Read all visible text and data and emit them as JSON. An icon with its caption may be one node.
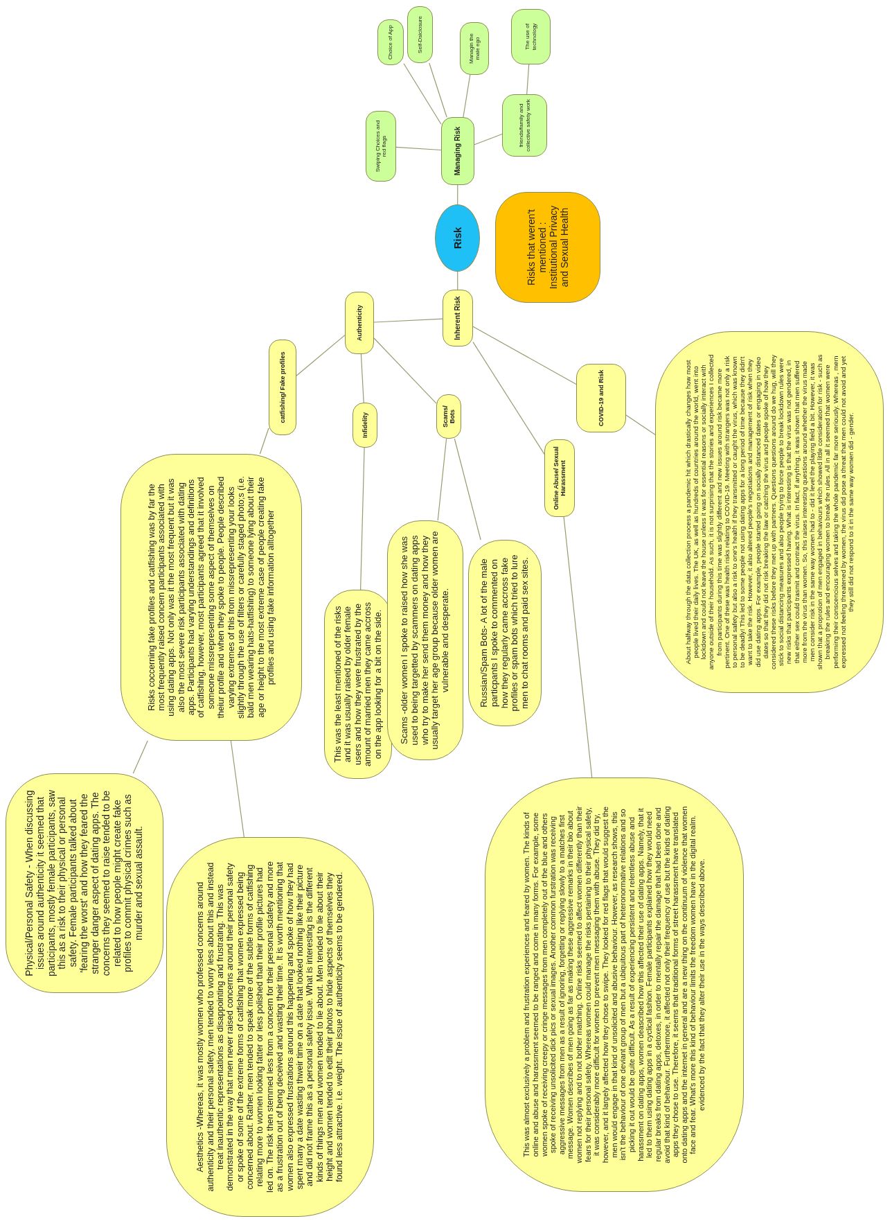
{
  "diagram": {
    "nodes": [
      {
        "text": [
          "Risk"
        ]
      },
      {
        "text": [
          "Managing Risk"
        ]
      },
      {
        "text": [
          "Swiping Choices and red flags"
        ]
      },
      {
        "text": [
          "Choice of App"
        ]
      },
      {
        "text": [
          "Self-Dsiclosure"
        ]
      },
      {
        "text": [
          "Managin the male ego"
        ]
      },
      {
        "text": [
          "friends/family and collective safety work"
        ]
      },
      {
        "text": [
          "The use of technology"
        ]
      },
      {
        "text": [
          "Risks that weren't mentioned : Institutional Privacy and Sexual Health"
        ]
      },
      {
        "text": [
          "Inherent Risk"
        ]
      },
      {
        "text": [
          "Authenticity"
        ]
      },
      {
        "text": [
          "catfishing/ Fake profiles"
        ]
      },
      {
        "text": [
          "Infidelity"
        ]
      },
      {
        "text": [
          "Scams/ Bots"
        ]
      },
      {
        "text": [
          "Online Abuse/ Sexual Harassment"
        ]
      },
      {
        "text": [
          "COVID-19 and Risk"
        ]
      },
      {
        "text": [
          "Risks coccerning fake profiles and catfishing was by far the most frequently raised concern participants associated with using dating apps. Not only was it the most frequent but it was also the most severe risk participants associated with dating apps. Participants had varying understandings and definitions of catfishing, however, most participants agreed that it involved someone missrepresenting some aspect of themselves on theiur profile and when they spoke to people. People described varying extremes of this from missrepresenting your looks slightly through the use of filters or carefully staged photo;s (i.e. bald men wearing hats-hatfishing) to someone lying about their age or height to the most extreme case of people creating fake profiles and using fake information alltogether"
        ]
      },
      {
        "text": [
          "Physical/Personal Safety - When discussing issues around authenticity it seemed that participants, mostly female participants, saw this as a risk to their physical or personal safety. Female participants talked about 'fearing the worst' and how they feared the stranger danger aspect of dating apps. The concerns they seemed to raise tended to be related to how people might create fake profiles to commit physical crimes such as murder and sexual assault."
        ]
      },
      {
        "text": [
          "Aesthetics -Whereas, it was mostly women who professed concerns around authenticity and their personal safety, men tended to worry less about this and instead treat inauthentic representations as disappointing and frustrating. This was demonstrated in the way that men never raised concerns around their personal safety or spoke of some of the extreme forms of catfishing that women expressed being concerned about. Rather, men tended to speak more of the subtle forms of catfishing relating more to women looking fatter or less polished than their profile pictures had led on. The risk then stemmed less from a concern for their personal sdafety and more as a frustration out of beng deceived and wasting their time. It is worth mentioning that women also expressed frustrations around this happening and spoke of how they had spent many a date wasting thweir time on a date that looked nothing like their picture and did not frame this as a personal safety issue. What is interesting is the different kinds of things men and women tended to lie about. Men tended to lie about their height and women tended to edit their photos to hide aspects of themselves they found less attractive. i.e. weight. The issue of authenticity seems to be gendered."
        ]
      },
      {
        "text": [
          "This was the least mentioned of the risks and it was usually raised by older female users and how they were frustrated by the amount of married men they came accross on the app looking for a bit on the side."
        ]
      },
      {
        "text": [
          "Scams -older women I spoke to raised how she was used to being targetted by scammers on dating apps who try to make her send them money and how they usually target her age group because older women are vulnerable and desperate."
        ]
      },
      {
        "text": [
          "Russian/Spam Bots- A lot of the male particpants I spoke to commented on how they regularly came accross fake profiles or spam bots which tried to lure men to chat rooms and paid sex sites."
        ]
      },
      {
        "text": [
          "This was almost exclusively a problem and frustration experiences and feared by women. The kinds of online and abuse and harassment seemed to be ranged and come in many forms. For example, some women spoke of receiving creepy or cringe messages from men completely out of the blue and others spoke of receiving unsolicited dick pics or sexual images. Another common furstration was receiving aggressive messages from men as a result of ignoring, forgetting or replying slowly to a matches first message. Women describes of men going as far as making these aggressive remarks in their bio about women not replying and to not bother matching. Online risks seemed to affect women differently than their fears for their personal safety. Whereas women could manage the risks pertaining to their physical safety, it was considerably more difficult for women to prevent men messaging them with abuse. They did try, however, and it largely affected how they chose to swipe. They looked for red flags that would suggest the men would engage in that kind of unsolicited and abusive behaviour. However, as research shows, this isn't the behaviour of one deviant group of men but a ubiquitous part of heteronormative relations and so picking it out would be quite difficult. As a result of experiencing persistent and relentless abuse and harassment on dating apps, women deascribed how this affected their use of dating apps. Namely, that it led to them using dating apps in a cyclical fashion. Female participants explained how they would need regular breaks from dating apps, detoxes, in order to mentally repair the damage that had been done and avoid that kind of behaviour. Furthermore, it affected not only their frequency of use but the kinds of dating apps they chose to use. Therefore, it seems that traditional forms of street harassment have translated onto dating apps and the internet in general and are a new thing on the continuum of violence that women face and fear. What's more this kind of behaviour limits the freedom women have in the digital realm. evidenced by the fact that they alter their use in the ways described above."
        ]
      },
      {
        "text": [
          "About halfway through the data collection process a pandemic hit which drastically changes how most people lived their daily lives. The UK, as well as hundreds of countries around the world, went into lockdown and could not leave the house unless it was for essential reasons or socially interact with anyone outside of their household. As such, it is not surprising that the stories and experiences I collected from participants during this time was slightly different and new issues around risk became more pertinent. One of these was health risks relating to COVID-19. Meeting with strangers was not only a risk to personal safety but also a risk to one's health if they transmitted or caught the virus, which was known to be deadly! This led to some people not using dating apps for a long period of time because they didn't want to take the risk. However, it also altered people's negotiations and management of risk when they did use dating apps. For example, people started going on socially distanced dates or engaging in video dates so that they did not risk breaking the law or catching the virus and people spoke of how they considered these risks before they met up with partners. Questions questions around do we hug, will they stick to social distancing measures and also people trying to force people to break lockdown rules were new risks that participants expressed having. What is interesting is that the virus was not gendered, in that either sex could trasmit and contract the virus. In fact, if anything, it was shown that men suffered more from the virus than women. So, this raises interesting questions around whether the virus made men consider risk in the same way women had to - did it level the playing field a bit. However, it was shown that a proprotion of men engaged in behaviours which showed little consideration for risk - such as breaking the rules and encouraging women to break the rules. All in all it seemed that women were performing their conscencious selves and taking the whole pandemic far more seriously. Whereas , mem expressed not feeling threatened by women, the virus did pose a threat that men could not avoid and yet they still did not respond to it in the same way women did - gender."
        ]
      }
    ],
    "edges": [
      {
        "from": 0,
        "to": 1,
        "arrow": "none"
      },
      {
        "from": 0,
        "to": 9,
        "arrow": "none"
      },
      {
        "from": 1,
        "to": 2,
        "arrow": "none"
      },
      {
        "from": 1,
        "to": 3,
        "arrow": "none"
      },
      {
        "from": 1,
        "to": 4,
        "arrow": "none"
      },
      {
        "from": 1,
        "to": 5,
        "arrow": "none"
      },
      {
        "from": 1,
        "to": 6,
        "arrow": "none"
      },
      {
        "from": 6,
        "to": 7,
        "arrow": "none"
      },
      {
        "from": 9,
        "to": 10,
        "arrow": "none"
      },
      {
        "from": 9,
        "to": 14,
        "arrow": "none"
      },
      {
        "from": 9,
        "to": 15,
        "arrow": "none"
      },
      {
        "from": 10,
        "to": 11,
        "arrow": "none"
      },
      {
        "from": 10,
        "to": 12,
        "arrow": "none"
      },
      {
        "from": 10,
        "to": 13,
        "arrow": "none"
      },
      {
        "from": 11,
        "to": 16,
        "arrow": "none"
      },
      {
        "from": 16,
        "to": 17,
        "arrow": "none"
      },
      {
        "from": 16,
        "to": 18,
        "arrow": "none"
      },
      {
        "from": 12,
        "to": 19,
        "arrow": "none"
      },
      {
        "from": 13,
        "to": 20,
        "arrow": "none"
      },
      {
        "from": 13,
        "to": 21,
        "arrow": "none"
      },
      {
        "from": 14,
        "to": 22,
        "arrow": "none"
      },
      {
        "from": 15,
        "to": 23,
        "arrow": "none"
      }
    ]
  }
}
